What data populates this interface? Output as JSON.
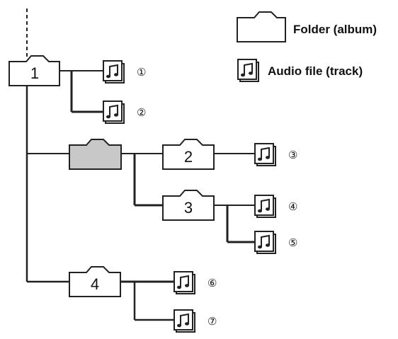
{
  "legend": {
    "folder_label": "Folder (album)",
    "file_label": "Audio file (track)",
    "folder_icon": "folder-outline-icon",
    "file_icon": "music-note-icon"
  },
  "folders": [
    {
      "id": "root-album",
      "label": "1",
      "highlighted": false
    },
    {
      "id": "highlight-album",
      "label": "",
      "highlighted": true
    },
    {
      "id": "album-2",
      "label": "2",
      "highlighted": false
    },
    {
      "id": "album-3",
      "label": "3",
      "highlighted": false
    },
    {
      "id": "album-4",
      "label": "4",
      "highlighted": false
    }
  ],
  "tracks": [
    {
      "label": "①",
      "folder": "1"
    },
    {
      "label": "②",
      "folder": "1"
    },
    {
      "label": "③",
      "folder": "2"
    },
    {
      "label": "④",
      "folder": "3"
    },
    {
      "label": "⑤",
      "folder": "3"
    },
    {
      "label": "⑥",
      "folder": "4"
    },
    {
      "label": "⑦",
      "folder": "4"
    }
  ],
  "colors": {
    "line": "#222222",
    "folder_fill": "#ffffff",
    "folder_highlight_fill": "#c8c8c8",
    "icon_stroke": "#222222"
  }
}
